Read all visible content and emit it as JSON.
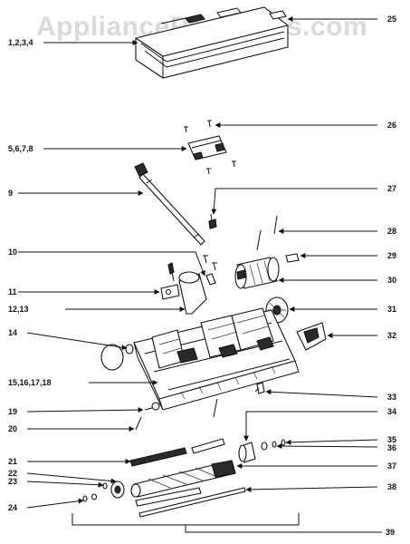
{
  "watermark": "AppliancePartsPros.com",
  "callouts": {
    "c1234": "1,2,3,4",
    "c25": "25",
    "c26": "26",
    "c5678": "5,6,7,8",
    "c9": "9",
    "c27": "27",
    "c28": "28",
    "c10": "10",
    "c29": "29",
    "c30": "30",
    "c11": "11",
    "c1213": "12,13",
    "c31": "31",
    "c14": "14",
    "c32": "32",
    "c15161718": "15,16,17,18",
    "c33": "33",
    "c19": "19",
    "c34": "34",
    "c20": "20",
    "c35": "35",
    "c36": "36",
    "c21": "21",
    "c37": "37",
    "c22": "22",
    "c23": "23",
    "c38": "38",
    "c24": "24",
    "c39": "39"
  },
  "colors": {
    "ink": "#111111",
    "watermark": "#dadada",
    "background": "#ffffff"
  }
}
